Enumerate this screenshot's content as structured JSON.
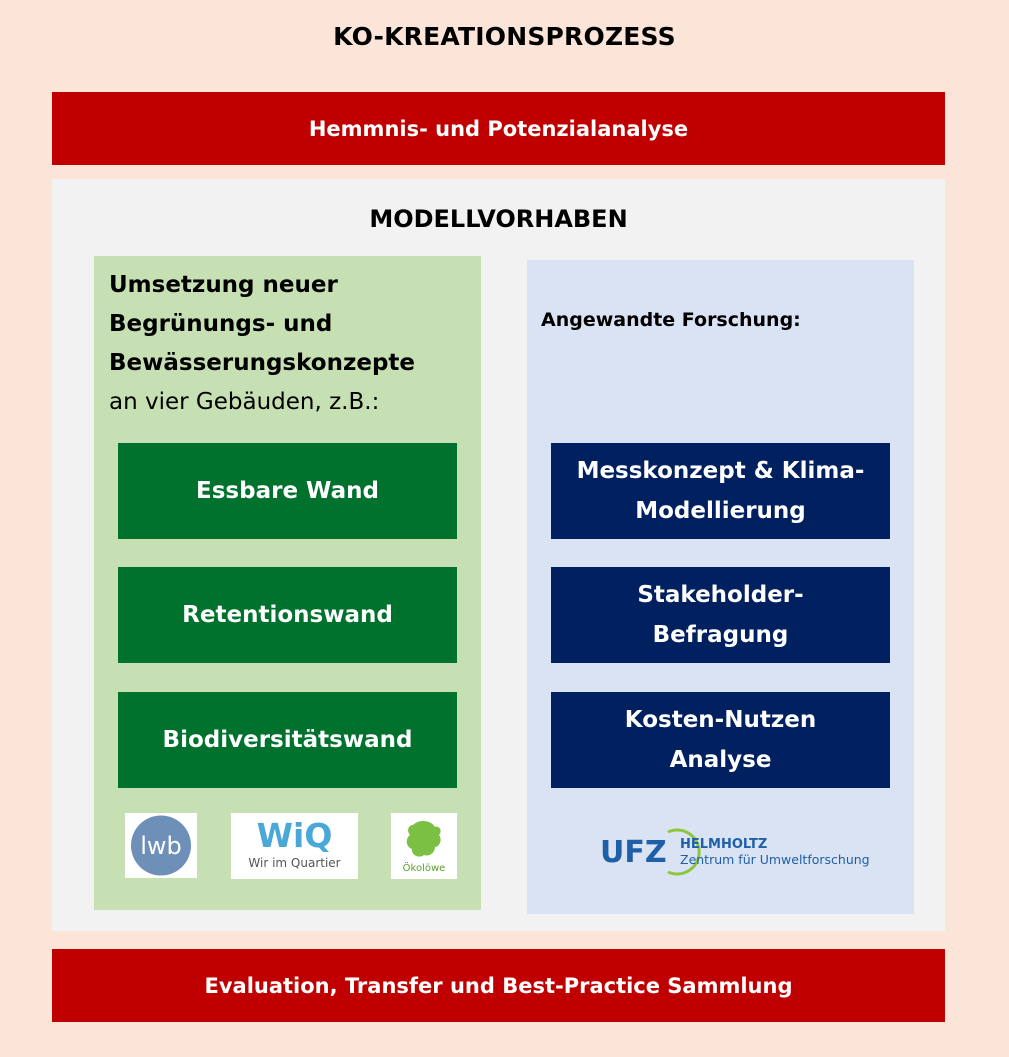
{
  "title": "KO-KREATIONSPROZESS",
  "top_bar": "Hemmnis- und Potenzialanalyse",
  "section_title": "MODELLVORHABEN",
  "left_column": {
    "heading_lines": [
      "Umsetzung neuer",
      "Begrünungs- und",
      "Bewässerungskonzepte"
    ],
    "subheading": "an vier Gebäuden, z.B.:",
    "boxes": [
      "Essbare Wand",
      "Retentionswand",
      "Biodiversitätswand"
    ],
    "logos": [
      {
        "text": "lwb"
      },
      {
        "text": "WiQ",
        "subtext": "Wir im Quartier"
      },
      {
        "text": "Ökolöwe"
      }
    ]
  },
  "right_column": {
    "heading": "Angewandte Forschung:",
    "boxes": [
      {
        "line1": "Messkonzept & Klima-",
        "line2": "Modellierung"
      },
      {
        "line1": "Stakeholder-",
        "line2": "Befragung"
      },
      {
        "line1": "Kosten-Nutzen",
        "line2": "Analyse"
      }
    ],
    "logo": {
      "abbr": "UFZ",
      "name": "HELMHOLTZ",
      "subtitle": "Zentrum für Umweltforschung"
    }
  },
  "bottom_bar": "Evaluation, Transfer und Best-Practice Sammlung",
  "colors": {
    "background": "#fbe5d9",
    "red": "#c00000",
    "panel": "#f2f2f2",
    "green_col": "#c6e0b4",
    "blue_col": "#dae3f3",
    "green_box": "#00722e",
    "blue_box": "#002060"
  }
}
